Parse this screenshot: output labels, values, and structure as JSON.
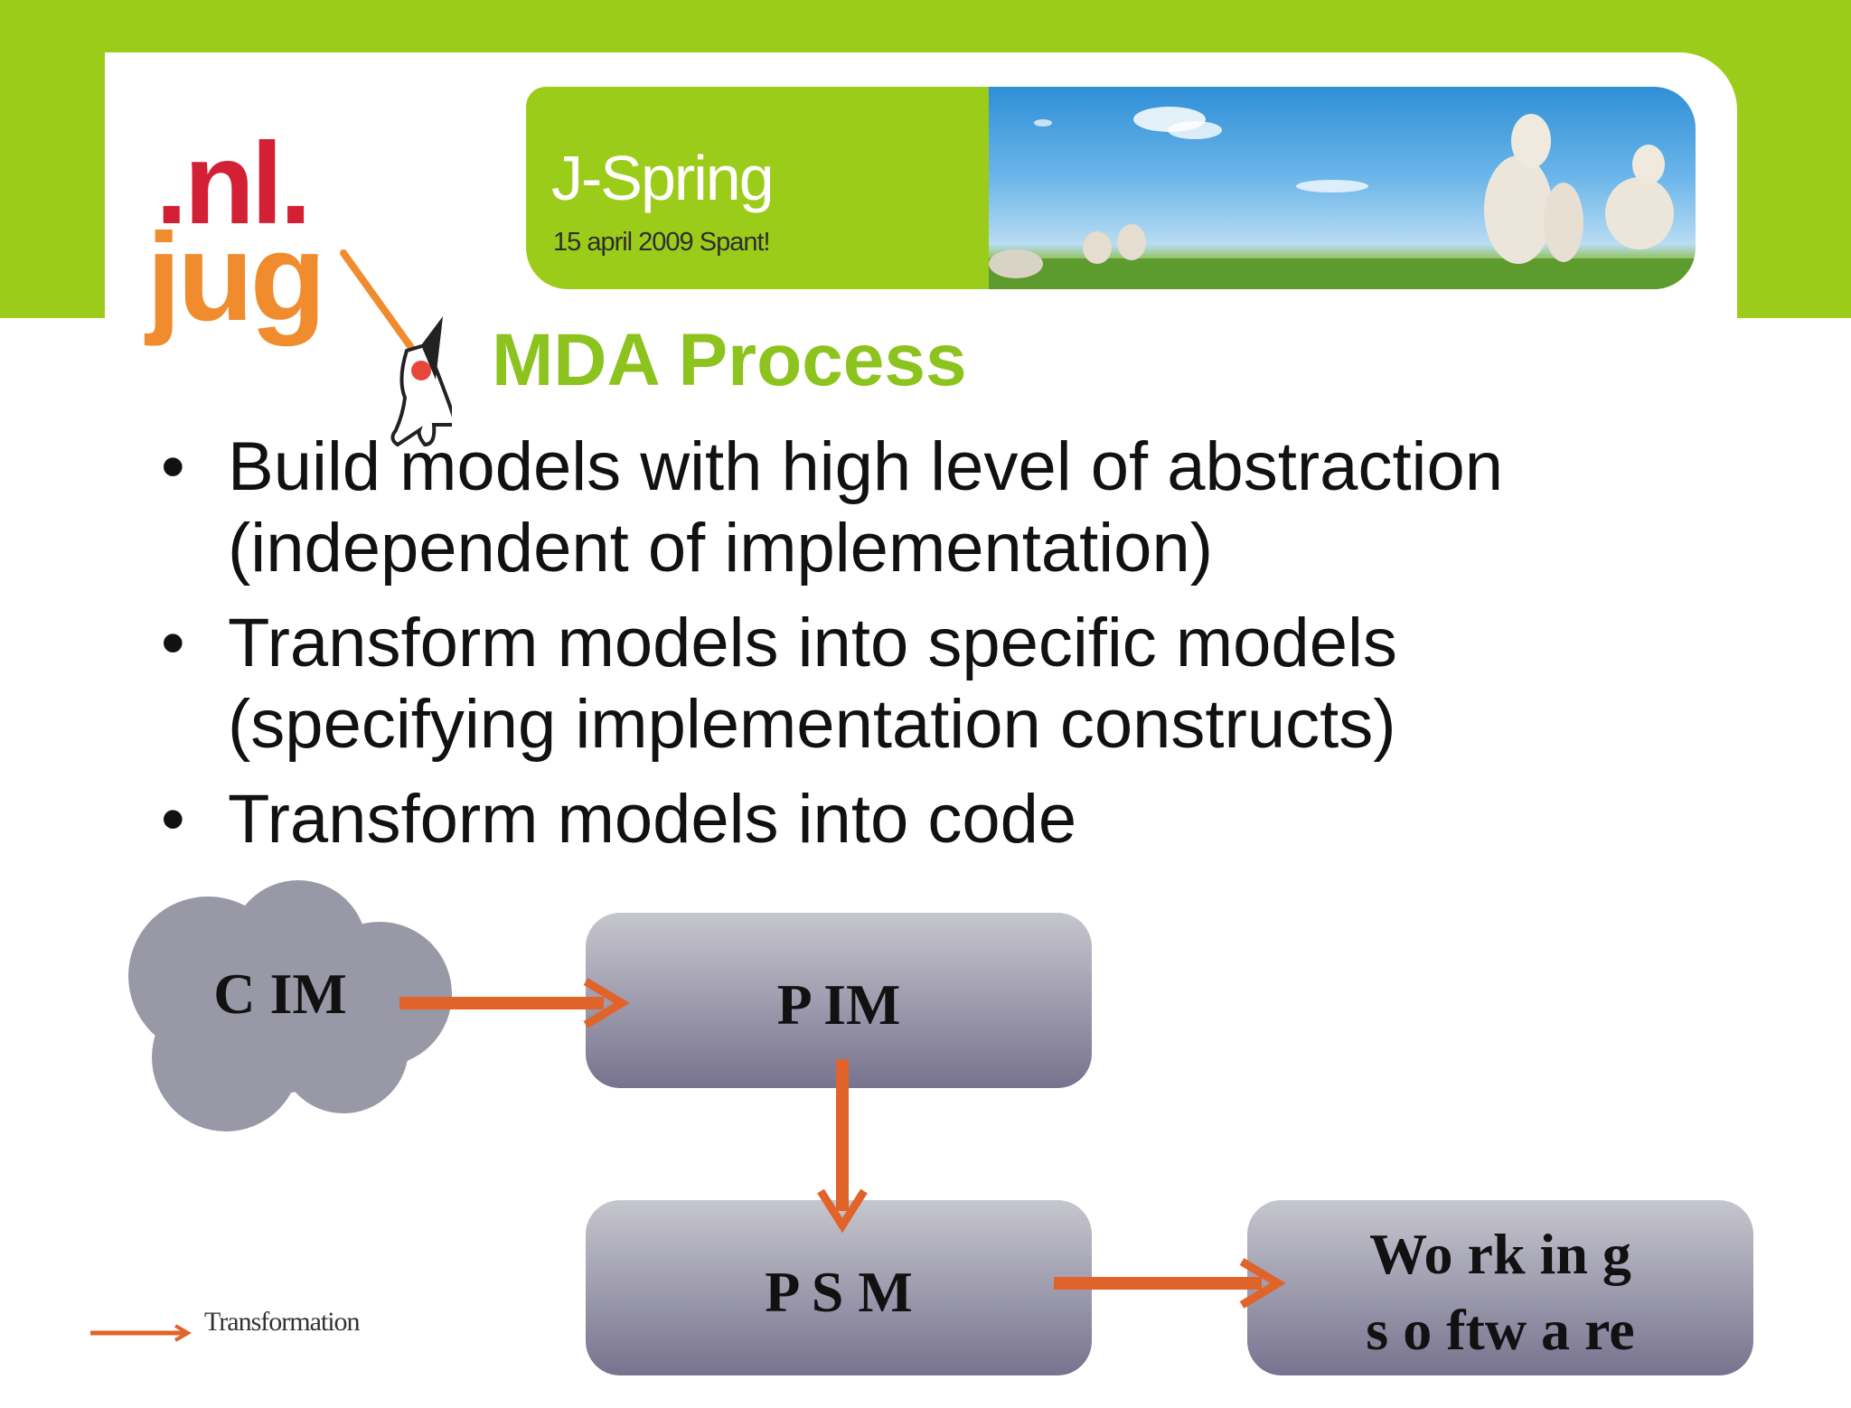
{
  "logo": {
    "line1": ".nl.",
    "line2": "jug"
  },
  "banner": {
    "title": "J-Spring",
    "subtitle": "15 april 2009 Spant!"
  },
  "slide": {
    "title": "MDA Process",
    "bullets": [
      {
        "marker": "•",
        "line1": "Build models with high level of abstraction",
        "line2": "(independent of implementation)"
      },
      {
        "marker": "•",
        "line1": "Transform models into specific models",
        "line2": "(specifying implementation constructs)"
      },
      {
        "marker": "•",
        "line1": "Transform models into code"
      }
    ]
  },
  "diagram": {
    "nodes": {
      "cim": "C IM",
      "pim": "P IM",
      "psm": "P S M",
      "working_line1": "Wo rk in g",
      "working_line2": "s o ftw a re"
    },
    "legend": "Transformation",
    "colors": {
      "arrow": "#e0632a",
      "box_top": "#c4c4cc",
      "box_bottom": "#7a7696",
      "cloud": "#9898a6"
    }
  }
}
